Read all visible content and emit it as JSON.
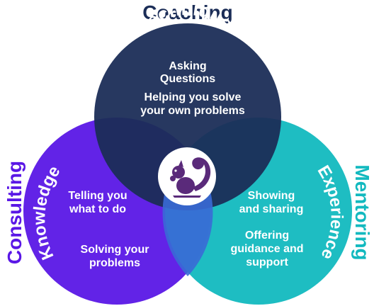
{
  "colors": {
    "coaching": "#1b2d57",
    "consulting": "#5a17e6",
    "mentoring": "#12b9bf",
    "coaching_title": "#1b2d57",
    "consulting_title": "#5a17e6",
    "mentoring_title": "#12b9bf",
    "logo": "#5a2a7a"
  },
  "titles": {
    "top": "Coaching",
    "left": "Consulting",
    "right": "Mentoring"
  },
  "circles": {
    "top": {
      "arc_label": "Technique",
      "lines": [
        "Asking",
        "Questions",
        "Helping you solve",
        "your own problems"
      ]
    },
    "left": {
      "arc_label": "Knowledge",
      "lines": [
        "Telling you",
        "what to do",
        "Solving your",
        "problems"
      ]
    },
    "right": {
      "arc_label": "Experience",
      "lines": [
        "Showing",
        "and sharing",
        "Offering",
        "guidance and",
        "support"
      ]
    }
  },
  "logo": {
    "icon": "squirrel-icon"
  }
}
